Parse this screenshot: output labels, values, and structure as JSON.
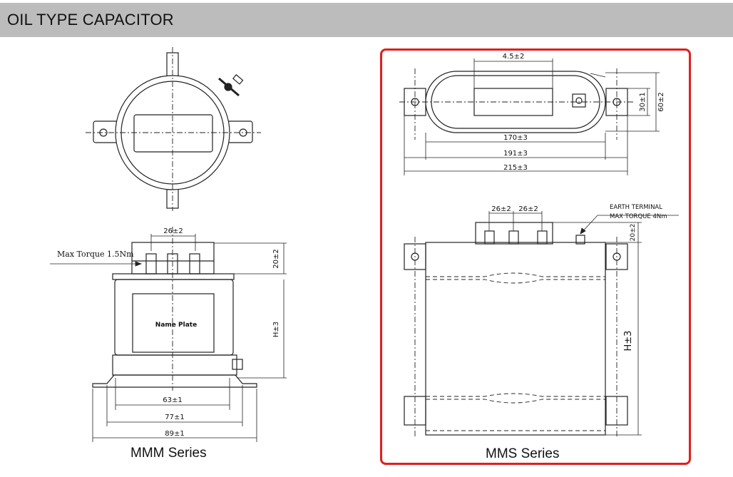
{
  "header": {
    "title": "OIL TYPE CAPACITOR"
  },
  "mmm": {
    "series_label": "MMM Series",
    "torque_label": "Max Torque 1.5Nm",
    "name_plate": "Name Plate",
    "dims": {
      "terminal_pitch": "26±2",
      "top_height": "20±2",
      "height": "H±3",
      "w1": "63±1",
      "w2": "77±1",
      "w3": "89±1"
    }
  },
  "mms": {
    "series_label": "MMS Series",
    "earth_terminal_1": "EARTH  TERMINAL",
    "earth_terminal_2": "MAX  TORQUE  4Nm",
    "dims": {
      "slot": "4.5±2",
      "d30": "30±1",
      "d60": "60±2",
      "d170": "170±3",
      "d191": "191±3",
      "d215": "215±3",
      "pitch_a": "26±2",
      "pitch_b": "26±2",
      "top_height": "20±2",
      "height": "H±3"
    }
  },
  "colors": {
    "header_bg": "#bcbcbc",
    "frame": "#e01e1e",
    "line": "#222222"
  }
}
